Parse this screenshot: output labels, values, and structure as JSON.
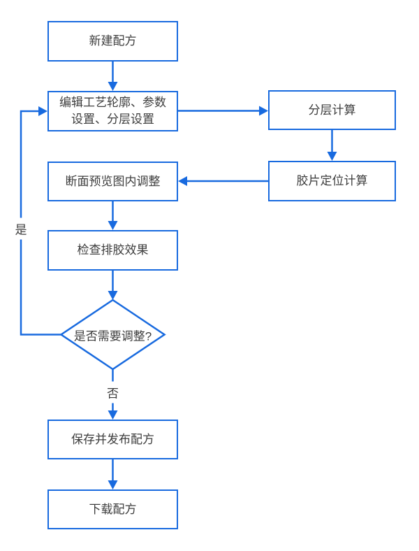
{
  "diagram": {
    "background_color": "#ffffff",
    "accent_color": "#186ADF",
    "text_color": "#3d3d3d",
    "type": "flowchart",
    "nodes": {
      "new_recipe": "新建配方",
      "edit_profile": "编辑工艺轮廓、参数设置、分层设置",
      "layer_calc": "分层计算",
      "film_position_calc": "胶片定位计算",
      "section_preview_adjust": "断面预览图内调整",
      "check_glue_effect": "检查排胶效果",
      "need_adjust_decision": "是否需要调整?",
      "save_publish": "保存并发布配方",
      "download": "下载配方"
    },
    "edge_labels": {
      "yes": "是",
      "no": "否"
    },
    "flow": [
      "新建配方 → 编辑工艺轮廓、参数设置、分层设置 → 分层计算 → 胶片定位计算 → 断面预览图内调整 → 检查排胶效果 → 是否需要调整? → (否) 保存并发布配方 → 下载配方 ; (是) 返回 编辑工艺轮廓、参数设置、分层设置"
    ]
  }
}
